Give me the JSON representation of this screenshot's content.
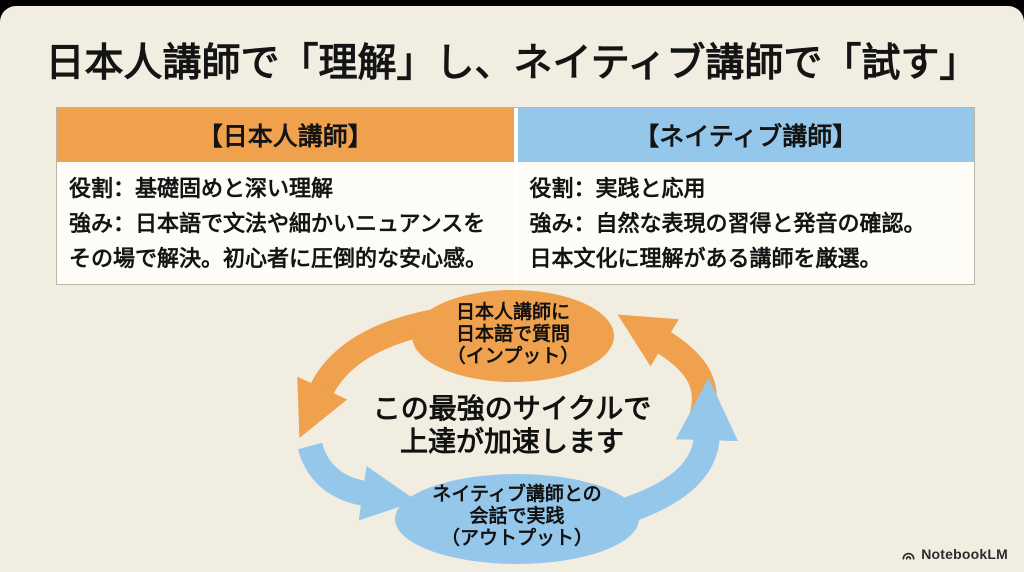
{
  "slide": {
    "title": "日本人講師で「理解」し、ネイティブ講師で「試す」",
    "table": {
      "columns": [
        {
          "header": "【日本人講師】",
          "lines": [
            "役割：基礎固めと深い理解",
            "強み：日本語で文法や細かいニュアンスを",
            "その場で解決。初心者に圧倒的な安心感。"
          ]
        },
        {
          "header": "【ネイティブ講師】",
          "lines": [
            "役割：実践と応用",
            "強み：自然な表現の習得と発音の確認。",
            "日本文化に理解がある講師を厳選。"
          ]
        }
      ]
    },
    "cycle": {
      "top_bubble": {
        "lines": [
          "日本人講師に",
          "日本語で質問",
          "（インプット）"
        ]
      },
      "center_text": {
        "lines": [
          "この最強のサイクルで",
          "上達が加速します"
        ]
      },
      "bottom_bubble": {
        "lines": [
          "ネイティブ講師との",
          "会話で実践",
          "（アウトプット）"
        ]
      }
    },
    "branding": {
      "label": "NotebookLM"
    },
    "colors": {
      "orange": "#EFA14D",
      "blue": "#95C7EA",
      "background": "#F1EEE1",
      "cell_background": "#FDFCF7",
      "text": "#141414",
      "frame": "#000000"
    }
  }
}
